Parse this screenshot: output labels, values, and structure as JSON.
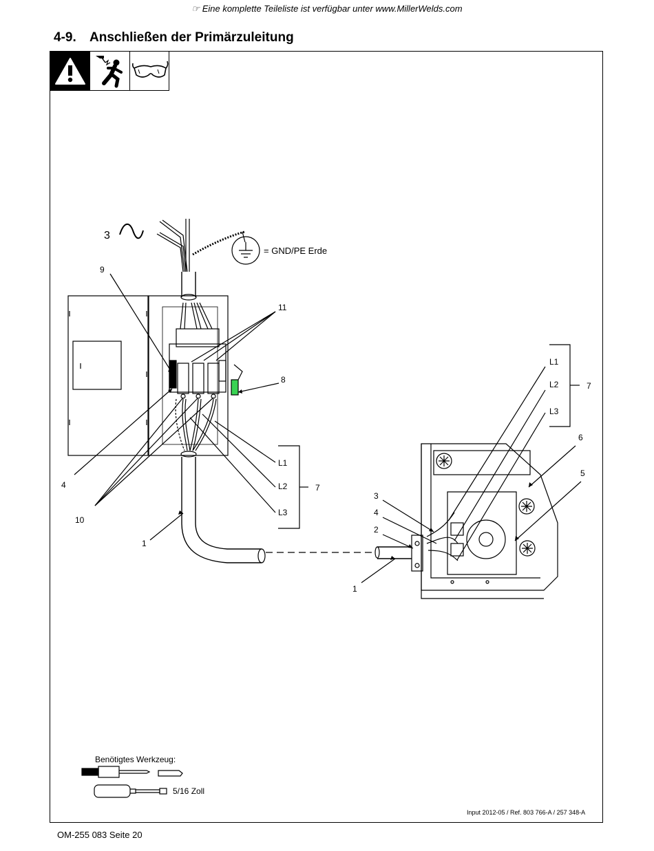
{
  "header": {
    "note": "☞ Eine komplette Teileliste ist verfügbar unter www.MillerWelds.com",
    "section_number": "4-9.",
    "section_title": "Anschließen der Primärzuleitung"
  },
  "safety_icons": [
    "warning-triangle-icon",
    "electric-shock-icon",
    "safety-glasses-icon"
  ],
  "diagram": {
    "phase_label": "3",
    "ground_label": "= GND/PE Erde",
    "callouts": {
      "c1a": "1",
      "c1b": "1",
      "c2": "2",
      "c3": "3",
      "c4a": "4",
      "c4b": "4",
      "c5": "5",
      "c6": "6",
      "c7a": "7",
      "c7b": "7",
      "c8": "8",
      "c9": "9",
      "c10": "10",
      "c11": "11"
    },
    "lines_left": [
      "L1",
      "L2",
      "L3"
    ],
    "lines_right": [
      "L1",
      "L2",
      "L3"
    ]
  },
  "tools": {
    "title": "Benötigtes Werkzeug:",
    "size": "5/16 Zoll"
  },
  "footer": {
    "reference": "Input 2012-05 / Ref. 803 766-A / 257 348-A",
    "page": "OM-255 083 Seite 20"
  }
}
